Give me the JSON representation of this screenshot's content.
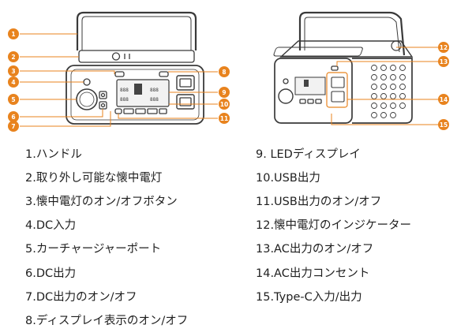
{
  "callouts": {
    "c1": "1",
    "c2": "2",
    "c3": "3",
    "c4": "4",
    "c5": "5",
    "c6": "6",
    "c7": "7",
    "c8": "8",
    "c9": "9",
    "c10": "10",
    "c11": "11",
    "c12": "12",
    "c13": "13",
    "c14": "14",
    "c15": "15"
  },
  "legend": {
    "left": [
      "1.ハンドル",
      "2.取り外し可能な懐中電灯",
      "3.懐中電灯のオン/オフボタン",
      "4.DC入力",
      "5.カーチャージャーポート",
      "6.DC出力",
      "7.DC出力のオン/オフ",
      "8.ディスプレイ表示のオン/オフ"
    ],
    "right": [
      "9. LEDディスプレイ",
      "10.USB出力",
      "11.USB出力のオン/オフ",
      "12.懐中電灯のインジケーター",
      "13.AC出力のオン/オフ",
      "14.AC出力コンセント",
      "15.Type-C入力/出力"
    ]
  },
  "colors": {
    "accent": "#e8831e",
    "outline": "#3a3a3a"
  }
}
